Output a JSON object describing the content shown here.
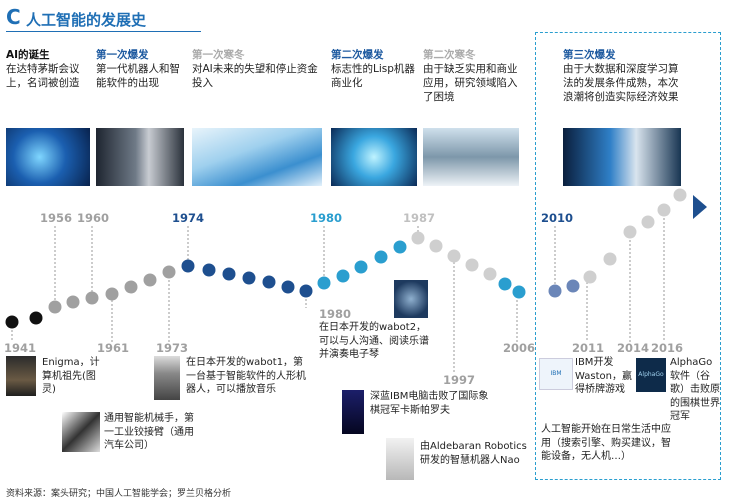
{
  "header": {
    "letter": "C",
    "title": "人工智能的发展史"
  },
  "eras": [
    {
      "title": "AI的诞生",
      "desc": "在达特茅斯会议上，名词被创造"
    },
    {
      "title": "第一次爆发",
      "desc": "第一代机器人和智能软件的出现"
    },
    {
      "title": "第一次寒冬",
      "desc": "对AI未来的失望和停止资金投入"
    },
    {
      "title": "第二次爆发",
      "desc": "标志性的Lisp机器商业化"
    },
    {
      "title": "第二次寒冬",
      "desc": "由于缺乏实用和商业应用，研究领域陷入了困境"
    },
    {
      "title": "第三次爆发",
      "desc": "由于大数据和深度学习算法的发展条件成熟，本次浪潮将创造实际经济效果"
    }
  ],
  "years_top": [
    "1956",
    "1960",
    "1974",
    "1980",
    "1987",
    "2010"
  ],
  "years_bottom": [
    "1941",
    "1961",
    "1973",
    "1980",
    "1997",
    "2006",
    "2011",
    "2014",
    "2016"
  ],
  "events": {
    "e1941": "Enigma，计算机祖先(图灵)",
    "e1961": "通用智能机械手，第一工业铰接臂（通用汽车公司）",
    "e1973": "在日本开发的wabot1，第一台基于智能软件的人形机器人，可以播放音乐",
    "e1980": "在日本开发的wabot2，可以与人沟通、阅读乐谱并演奏电子琴",
    "e1997": "深蓝IBM电脑击败了国际象棋冠军卡斯帕罗夫",
    "e1997b": "由Aldebaran Robotics研发的智慧机器人Nao",
    "e2011": "IBM开发Waston，赢得桥牌游戏",
    "e2014": "人工智能开始在日常生活中应用（搜索引擎、购买建议，智能设备，无人机…）",
    "e2016": "AlphaGo软件（谷歌）击败原的围棋世界冠军"
  },
  "thumb_labels": {
    "watson": "IBM Watson",
    "alphago": "AlphaGo"
  },
  "source": "资料来源：案头研究；中国人工智能学会；罗兰贝格分析",
  "colors": {
    "accent": "#1f6fb5",
    "dark_blue": "#1e4f8f",
    "cyan": "#2a9ecf",
    "gray": "#a0a0a0",
    "black": "#111111"
  }
}
